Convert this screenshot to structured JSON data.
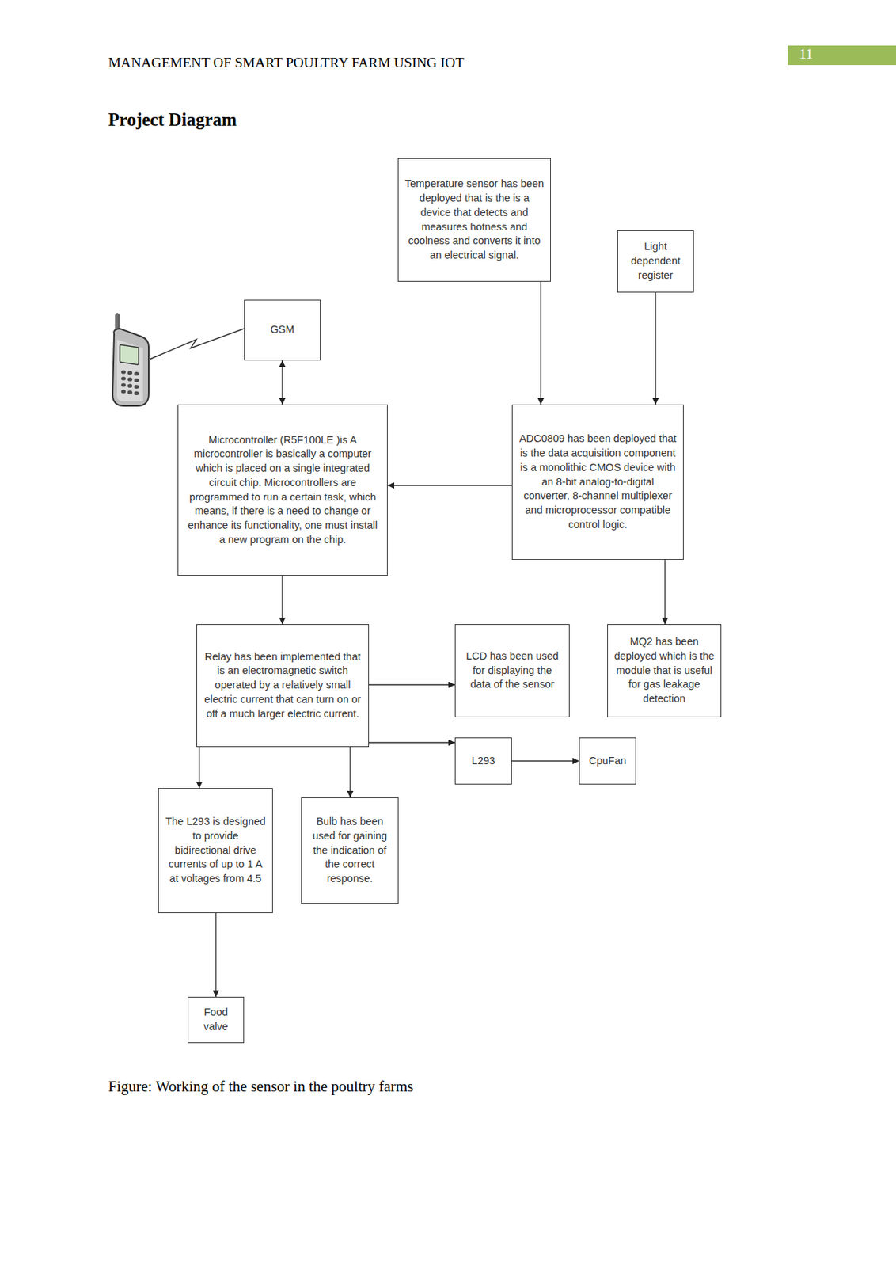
{
  "diagram": {
    "title": "Project Diagram",
    "caption": "Figure: Working of the sensor in the poultry farms",
    "nodes": [
      {
        "text": [
          "Temperature sensor has been deployed that is the is a device that detects and measures hotness and coolness and converts it into an electrical signal."
        ]
      },
      {
        "text": [
          "Light dependent register"
        ]
      },
      {
        "text": [
          "GSM"
        ]
      },
      {
        "text": [
          "Microcontroller (R5F100LE )is A microcontroller is basically a computer which is placed on a single integrated circuit chip. Microcontrollers are programmed to run a certain task, which means, if there is a need to change or enhance its functionality, one must install a new program on the chip."
        ]
      },
      {
        "text": [
          "ADC0809 has been deployed that is the data acquisition component is a monolithic CMOS device with an 8-bit analog-to-digital converter, 8-channel multiplexer and microprocessor compatible control logic."
        ]
      },
      {
        "text": [
          "Relay has been implemented that is an electromagnetic switch operated by a relatively small electric current that can turn on or off a much larger electric current."
        ]
      },
      {
        "text": [
          "LCD has been used for displaying the data of the sensor"
        ]
      },
      {
        "text": [
          "MQ2 has been deployed which is the module that is useful for gas leakage detection"
        ]
      },
      {
        "text": [
          "L293"
        ]
      },
      {
        "text": [
          "CpuFan"
        ]
      },
      {
        "text": [
          "The L293 is designed to provide bidirectional drive currents of up to 1 A at voltages from 4.5"
        ]
      },
      {
        "text": [
          "Bulb has been used for gaining the indication of the correct response."
        ]
      },
      {
        "text": [
          "Food valve"
        ]
      }
    ],
    "edges": [
      {
        "from": 0,
        "to": 4,
        "arrow": "to"
      },
      {
        "from": 1,
        "to": 4,
        "arrow": "to"
      },
      {
        "from": 2,
        "to": 3,
        "arrow": "both"
      },
      {
        "from": 4,
        "to": 3,
        "arrow": "to"
      },
      {
        "from": 3,
        "to": 5,
        "arrow": "to"
      },
      {
        "from": 4,
        "to": 7,
        "arrow": "to"
      },
      {
        "from": 5,
        "to": 6,
        "arrow": "to"
      },
      {
        "from": 5,
        "to": 8,
        "arrow": "to"
      },
      {
        "from": 8,
        "to": 9,
        "arrow": "to"
      },
      {
        "from": 5,
        "to": 10,
        "arrow": "to"
      },
      {
        "from": 5,
        "to": 11,
        "arrow": "to"
      },
      {
        "from": 10,
        "to": 12,
        "arrow": "to"
      }
    ],
    "labels": [
      "MANAGEMENT OF SMART POULTRY FARM USING IOT",
      "11"
    ]
  }
}
